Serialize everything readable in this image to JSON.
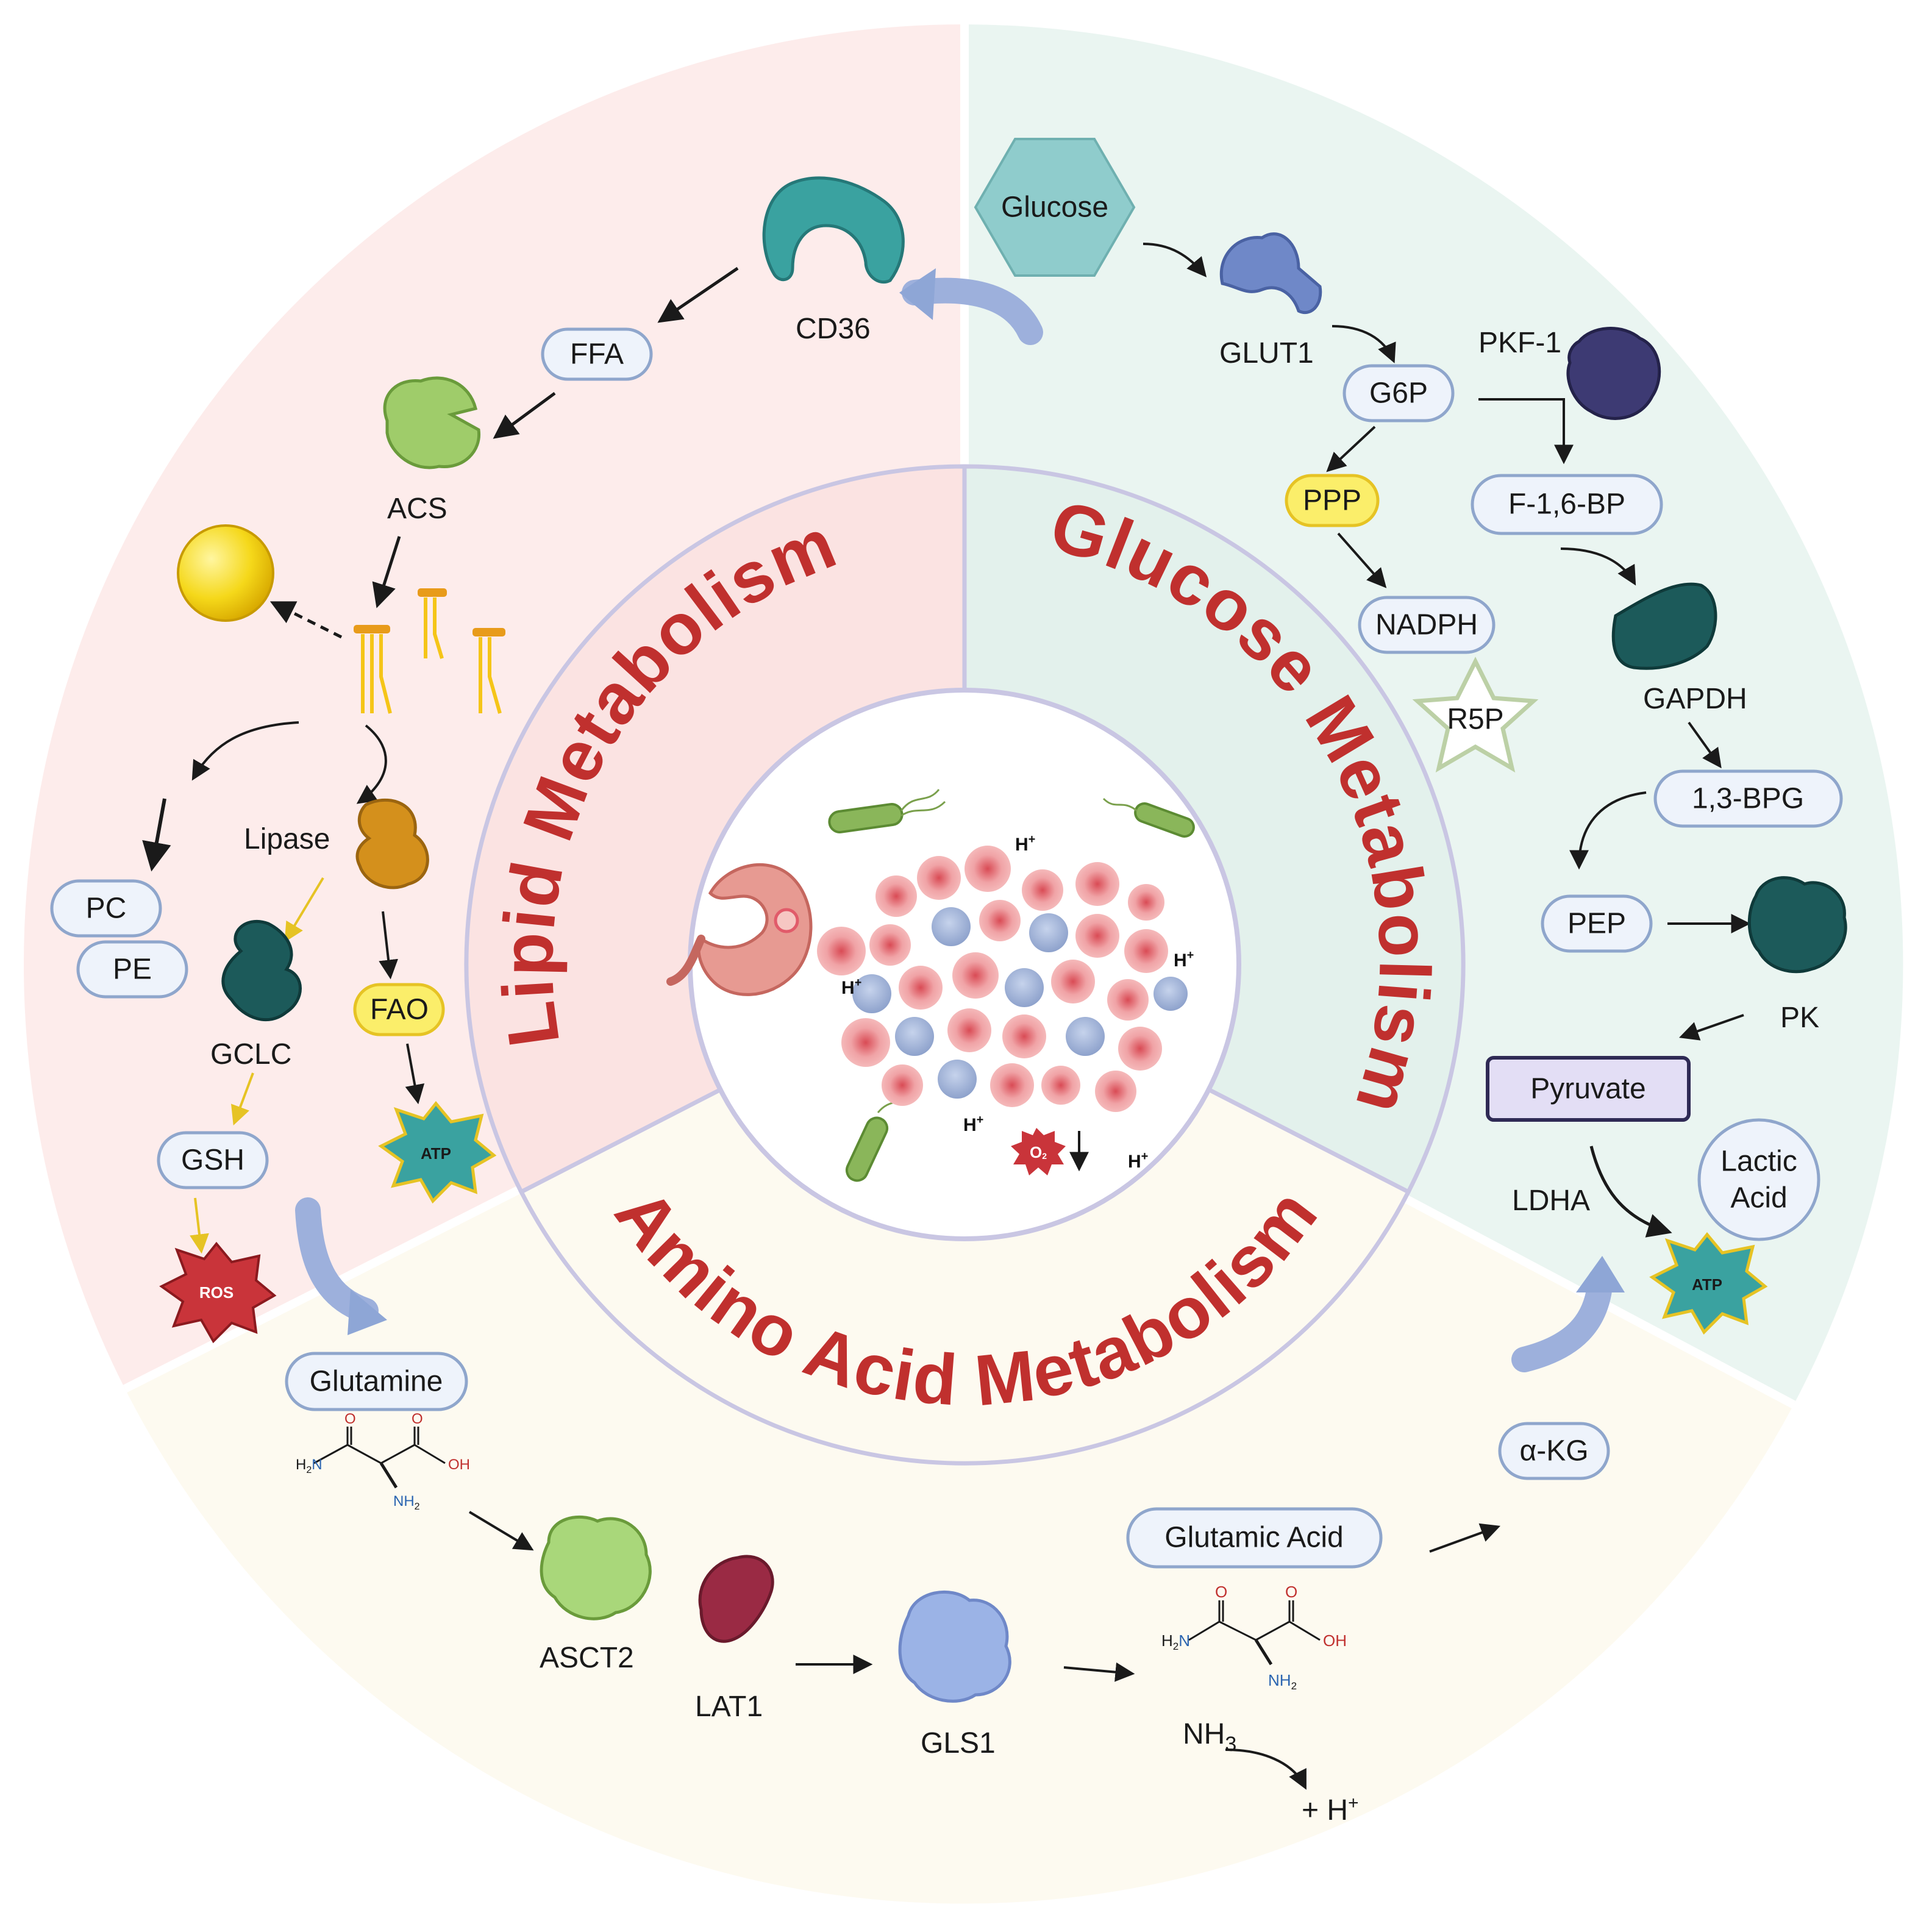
{
  "sectors": {
    "lipid_title": "Lipid Metabolism",
    "glucose_title": "Glucose Metabolism",
    "amino_title": "Amino Acid Metabolism"
  },
  "lipid": {
    "cd36": "CD36",
    "ffa": "FFA",
    "acs": "ACS",
    "lipase": "Lipase",
    "pc": "PC",
    "pe": "PE",
    "gclc": "GCLC",
    "fao": "FAO",
    "gsh": "GSH",
    "atp": "ATP",
    "ros": "ROS"
  },
  "glucose": {
    "glucose": "Glucose",
    "glut1": "GLUT1",
    "g6p": "G6P",
    "pkf1": "PKF-1",
    "ppp": "PPP",
    "f16bp": "F-1,6-BP",
    "nadph": "NADPH",
    "r5p": "R5P",
    "gapdh": "GAPDH",
    "bpg13": "1,3-BPG",
    "pep": "PEP",
    "pk": "PK",
    "pyruvate": "Pyruvate",
    "ldha": "LDHA",
    "lactic_line1": "Lactic",
    "lactic_line2": "Acid",
    "atp": "ATP"
  },
  "amino": {
    "glutamine": "Glutamine",
    "asct2": "ASCT2",
    "lat1": "LAT1",
    "gls1": "GLS1",
    "glutamic_acid": "Glutamic Acid",
    "akg": "α-KG",
    "nh3": "NH",
    "nh3_sub": "3",
    "hplus_out": "+ H",
    "hplus_sup": "+"
  },
  "molecule": {
    "o": "O",
    "oh": "OH",
    "h2n": "H",
    "n": "N",
    "nh2": "NH",
    "sub2": "2"
  },
  "center": {
    "h": "H",
    "plus": "+",
    "o2": "O",
    "o2_sub": "2"
  },
  "colors": {
    "lipid_bg": "#fdeceb",
    "glucose_bg": "#eaf5f1",
    "amino_bg": "#fdfaf0",
    "title_red": "#c0302e",
    "pill_fill": "#eef3fb",
    "pill_stroke": "#8fa6cc",
    "yellow_pill": "#fbee6a"
  }
}
